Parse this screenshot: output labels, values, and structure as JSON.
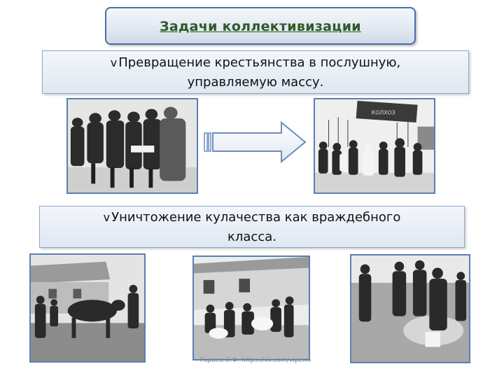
{
  "title": "Задачи коллективизации",
  "points": [
    {
      "bullet": "v",
      "line1": "Превращение крестьянства в послушную,",
      "line2": "управляемую массу."
    },
    {
      "bullet": "v",
      "line1": "Уничтожение кулачества как враждебного",
      "line2": "класса."
    }
  ],
  "banner_text": "КОЛХОЗ",
  "footer": "Гараев О.Ф. https://vk.com/viperm"
}
